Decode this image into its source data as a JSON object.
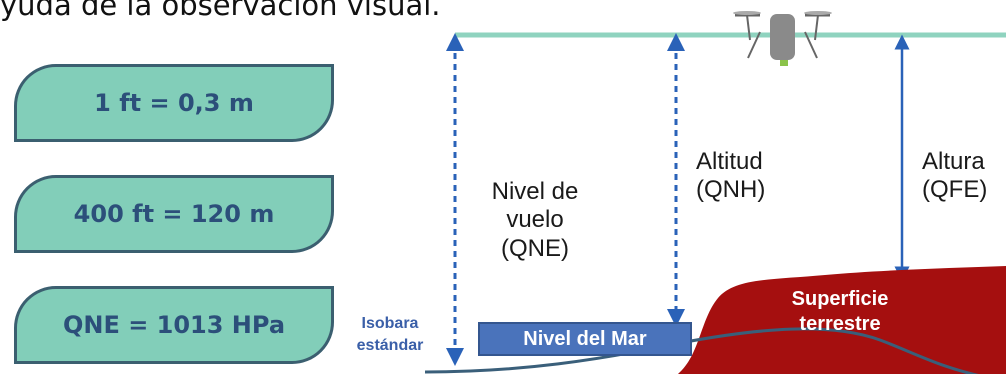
{
  "header": {
    "text": "yuda de la observación visual."
  },
  "conversions": [
    {
      "label": "1 ft = 0,3 m"
    },
    {
      "label": "400 ft = 120 m"
    },
    {
      "label": "QNE = 1013 HPa"
    }
  ],
  "diagram": {
    "isobara": {
      "line1": "Isobara",
      "line2": "estándar"
    },
    "sea_level": "Nivel del Mar",
    "terrain": {
      "line1": "Superficie",
      "line2": "terrestre"
    },
    "measures": [
      {
        "line1": "Nivel de",
        "line2": "vuelo",
        "line3": "(QNE)"
      },
      {
        "line1": "Altitud",
        "line2": "(QNH)"
      },
      {
        "line1": "Altura",
        "line2": "(QFE)"
      }
    ]
  },
  "colors": {
    "pill_fill": "#82ceb9",
    "pill_border": "#3b5f70",
    "arrow": "#2a62b8",
    "terrain": "#a50f0f",
    "sea_bar": "#4a73bb",
    "flight_line": "#8fd3bf"
  }
}
